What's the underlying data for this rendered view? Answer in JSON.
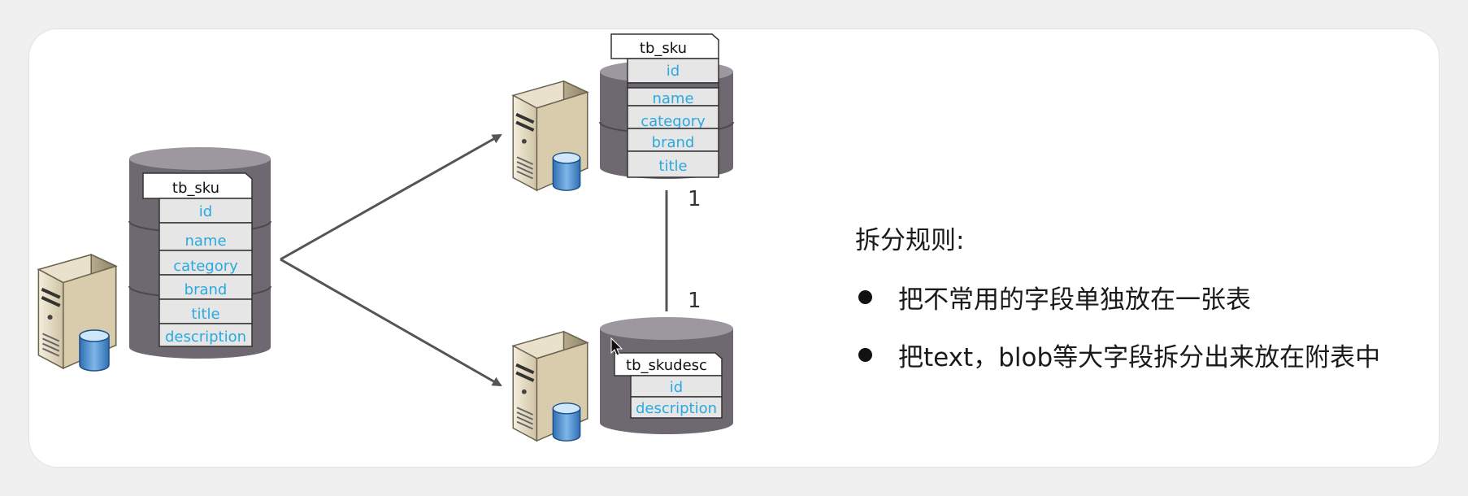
{
  "diagram": {
    "source_table": {
      "name": "tb_sku",
      "fields": [
        "id",
        "name",
        "category",
        "brand",
        "title",
        "description"
      ]
    },
    "split_table_main": {
      "name": "tb_sku",
      "fields": [
        "id",
        "name",
        "category",
        "brand",
        "title"
      ]
    },
    "split_table_desc": {
      "name": "tb_skudesc",
      "fields": [
        "id",
        "description"
      ]
    },
    "relation": {
      "top": "1",
      "bottom": "1"
    }
  },
  "rules": {
    "title": "拆分规则:",
    "items": [
      "把不常用的字段单独放在一张表",
      "把text，blob等大字段拆分出来放在附表中"
    ]
  },
  "colors": {
    "field_text": "#2aa9e0",
    "cylinder": "#6e6870",
    "cylinder_top": "#9d979f",
    "field_bg": "#e6e6e6"
  }
}
